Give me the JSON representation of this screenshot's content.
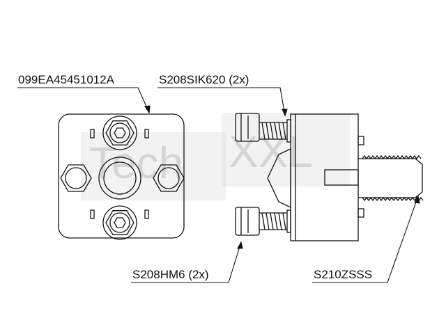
{
  "labels": {
    "top_left": "099EA45451012A",
    "top_right": "S208SIK620 (2x)",
    "bottom_left": "S208HM6 (2x)",
    "bottom_right": "S210ZSSS"
  },
  "watermark": {
    "text_left": "Tech",
    "text_right": "XXL",
    "color": "#bdbdbd"
  },
  "colors": {
    "line": "#111111",
    "background": "#ffffff"
  }
}
